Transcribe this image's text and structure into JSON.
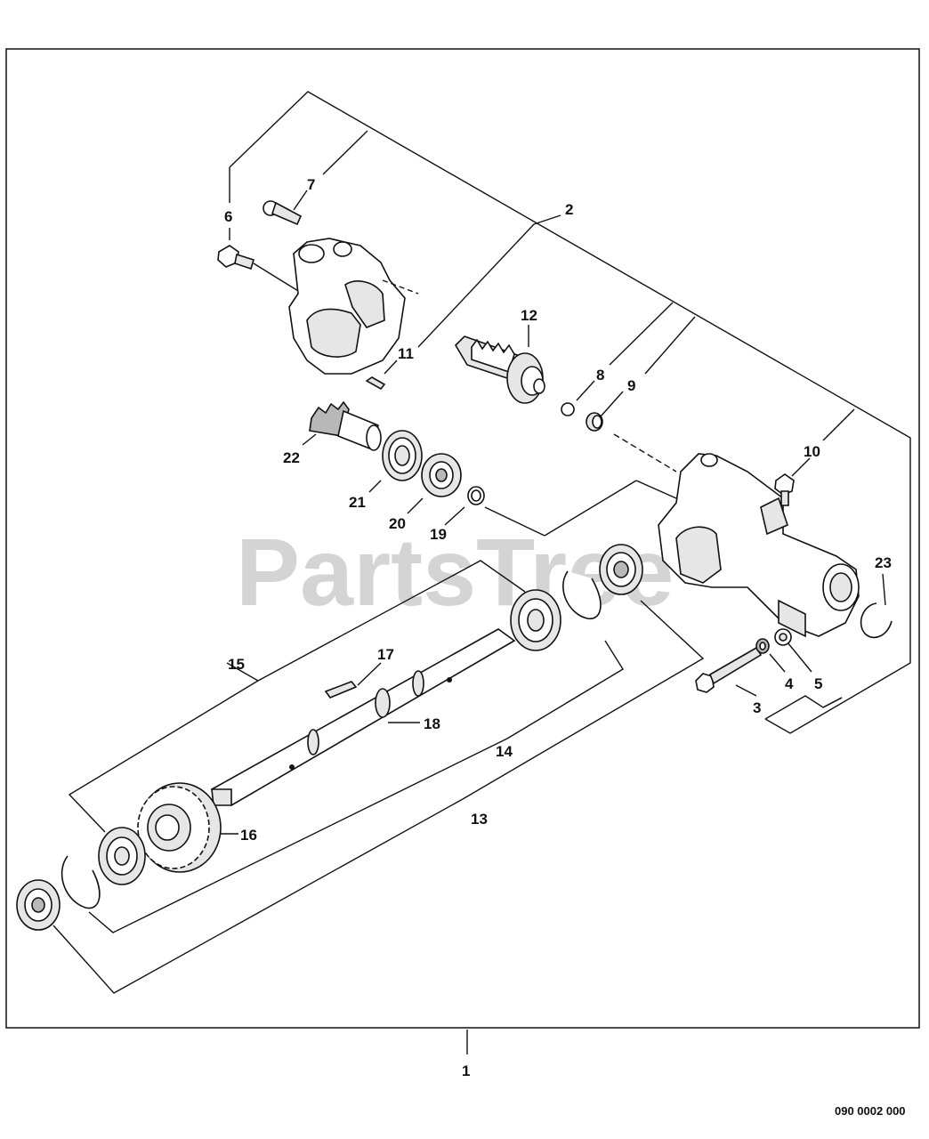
{
  "watermark": "PartsTree",
  "drawing_code": "090 0002 000",
  "callouts": {
    "c1": "1",
    "c2": "2",
    "c3": "3",
    "c4": "4",
    "c5": "5",
    "c6": "6",
    "c7": "7",
    "c8": "8",
    "c9": "9",
    "c10": "10",
    "c11": "11",
    "c12": "12",
    "c13": "13",
    "c14": "14",
    "c15": "15",
    "c16": "16",
    "c17": "17",
    "c18": "18",
    "c19": "19",
    "c20": "20",
    "c21": "21",
    "c22": "22",
    "c23": "23"
  }
}
